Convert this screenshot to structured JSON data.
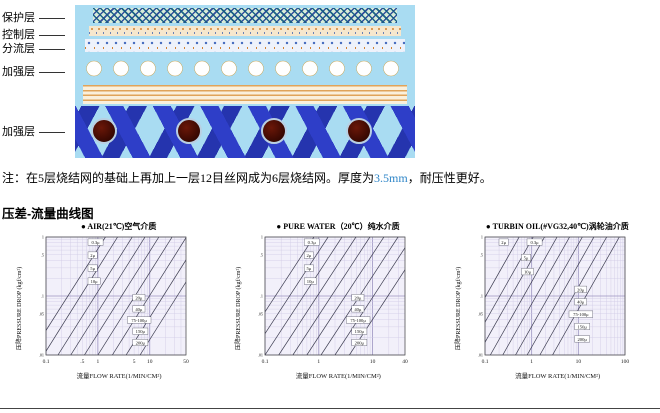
{
  "page": {
    "note_prefix": "注：在5层烧结网的基础上再加上一层12目丝网成为6层烧结网。厚度为",
    "note_highlight": "3.5mm",
    "note_suffix": "，耐压性更好。",
    "section_title": "压差-流量曲线图"
  },
  "colors": {
    "highlight_text": "#2f86c8",
    "panel_background": "#a9dcf2",
    "weave_blue": "#2e3ec8",
    "wire_circle_maroon": "#4a0f05",
    "plot_background": "#f2f0fa"
  },
  "diagram": {
    "layer_labels": [
      "保护层",
      "控制层",
      "分流层",
      "加强层",
      "加强层"
    ]
  },
  "chart_data": [
    {
      "type": "line",
      "title": "● AIR(21℃)空气介质",
      "xlabel": "流量FLOW RATE(1/MIN/CM²)",
      "ylabel": "压降PRESSURE DROP (kgf/cm²)",
      "xscale": "log",
      "yscale": "log",
      "grid": true,
      "legend": "inline-boxes",
      "xlim": [
        0.1,
        50
      ],
      "ylim": [
        0.01,
        1
      ],
      "xticks": [
        {
          "v": 0.1,
          "t": "0.1"
        },
        {
          "v": 0.5,
          "t": ".5"
        },
        {
          "v": 1,
          "t": "1"
        },
        {
          "v": 5,
          "t": "5"
        },
        {
          "v": 10,
          "t": "10"
        },
        {
          "v": 50,
          "t": "50"
        }
      ],
      "yticks": [
        {
          "v": 1,
          "t": "1"
        },
        {
          "v": 0.5,
          "t": ".5"
        },
        {
          "v": 0.1,
          "t": ".1"
        },
        {
          "v": 0.05,
          "t": ".05"
        },
        {
          "v": 0.01,
          "t": ".01"
        }
      ],
      "series": [
        {
          "name": "0.3μ",
          "points": [
            [
              0.05,
              0.01
            ],
            [
              1.4,
              1
            ]
          ],
          "label_pos": [
            0.3,
            0.05
          ]
        },
        {
          "name": "2μ",
          "points": [
            [
              0.09,
              0.01
            ],
            [
              2.4,
              1
            ]
          ],
          "label_pos": [
            0.3,
            0.16
          ]
        },
        {
          "name": "5μ",
          "points": [
            [
              0.17,
              0.01
            ],
            [
              4.6,
              1
            ]
          ],
          "label_pos": [
            0.3,
            0.27
          ]
        },
        {
          "name": "10μ",
          "points": [
            [
              0.3,
              0.01
            ],
            [
              8.1,
              1
            ]
          ],
          "label_pos": [
            0.3,
            0.38
          ]
        },
        {
          "name": "20μ",
          "points": [
            [
              0.55,
              0.01
            ],
            [
              15,
              1
            ]
          ],
          "label_pos": [
            0.62,
            0.52
          ]
        },
        {
          "name": "40μ",
          "points": [
            [
              1.0,
              0.01
            ],
            [
              27,
              1
            ]
          ],
          "label_pos": [
            0.62,
            0.615
          ]
        },
        {
          "name": "75-100μ",
          "points": [
            [
              1.9,
              0.01
            ],
            [
              51,
              1
            ]
          ],
          "label_pos": [
            0.58,
            0.71
          ]
        },
        {
          "name": "150μ",
          "points": [
            [
              3.5,
              0.01
            ],
            [
              95,
              1
            ]
          ],
          "label_pos": [
            0.62,
            0.805
          ]
        },
        {
          "name": "200μ",
          "points": [
            [
              6.5,
              0.01
            ],
            [
              176,
              1
            ]
          ],
          "label_pos": [
            0.62,
            0.9
          ]
        }
      ]
    },
    {
      "type": "line",
      "title": "● PURE WATER（20℃）纯水介质",
      "xlabel": "流量FLOW RATE(1/MIN/CM²)",
      "ylabel": "压降PRESSURE DROP (kgf/cm²)",
      "xscale": "log",
      "yscale": "log",
      "grid": true,
      "legend": "inline-boxes",
      "xlim": [
        0.1,
        40
      ],
      "ylim": [
        0.01,
        1
      ],
      "xticks": [
        {
          "v": 0.1,
          "t": "0.1"
        },
        {
          "v": 1,
          "t": "1"
        },
        {
          "v": 10,
          "t": "10"
        },
        {
          "v": 40,
          "t": "40"
        }
      ],
      "yticks": [
        {
          "v": 1,
          "t": "1"
        },
        {
          "v": 0.5,
          "t": ".5"
        },
        {
          "v": 0.1,
          "t": ".1"
        },
        {
          "v": 0.05,
          "t": ".05"
        },
        {
          "v": 0.01,
          "t": ".01"
        }
      ],
      "series": [
        {
          "name": "0.3μ",
          "points": [
            [
              0.03,
              0.01
            ],
            [
              0.81,
              1
            ]
          ],
          "label_pos": [
            0.28,
            0.05
          ]
        },
        {
          "name": "2μ",
          "points": [
            [
              0.055,
              0.01
            ],
            [
              1.49,
              1
            ]
          ],
          "label_pos": [
            0.28,
            0.16
          ]
        },
        {
          "name": "5μ",
          "points": [
            [
              0.1,
              0.01
            ],
            [
              2.7,
              1
            ]
          ],
          "label_pos": [
            0.28,
            0.27
          ]
        },
        {
          "name": "10μ",
          "points": [
            [
              0.18,
              0.01
            ],
            [
              4.9,
              1
            ]
          ],
          "label_pos": [
            0.28,
            0.38
          ]
        },
        {
          "name": "20μ",
          "points": [
            [
              0.33,
              0.01
            ],
            [
              8.9,
              1
            ]
          ],
          "label_pos": [
            0.62,
            0.52
          ]
        },
        {
          "name": "40μ",
          "points": [
            [
              0.6,
              0.01
            ],
            [
              16.2,
              1
            ]
          ],
          "label_pos": [
            0.62,
            0.615
          ]
        },
        {
          "name": "75-100μ",
          "points": [
            [
              1.1,
              0.01
            ],
            [
              29.7,
              1
            ]
          ],
          "label_pos": [
            0.58,
            0.71
          ]
        },
        {
          "name": "150μ",
          "points": [
            [
              2.0,
              0.01
            ],
            [
              54,
              1
            ]
          ],
          "label_pos": [
            0.62,
            0.805
          ]
        },
        {
          "name": "200μ",
          "points": [
            [
              3.7,
              0.01
            ],
            [
              100,
              1
            ]
          ],
          "label_pos": [
            0.62,
            0.9
          ]
        }
      ]
    },
    {
      "type": "line",
      "title": "● TURBIN OIL(#VG32,40℃)涡轮油介质",
      "xlabel": "流量FLOW RATE(1/MIN/CM²)",
      "ylabel": "压降PRESSURE DROP (kgf/cm²)",
      "xscale": "log",
      "yscale": "log",
      "grid": true,
      "legend": "inline-boxes",
      "xlim": [
        0.1,
        100
      ],
      "ylim": [
        0.01,
        1
      ],
      "xticks": [
        {
          "v": 0.1,
          "t": "0.1"
        },
        {
          "v": 1,
          "t": "1"
        },
        {
          "v": 10,
          "t": "10"
        },
        {
          "v": 100,
          "t": "100"
        }
      ],
      "yticks": [
        {
          "v": 1,
          "t": "1"
        },
        {
          "v": 0.5,
          "t": ".5"
        },
        {
          "v": 0.1,
          "t": ".1"
        },
        {
          "v": 0.05,
          "t": ".05"
        },
        {
          "v": 0.01,
          "t": ".01"
        }
      ],
      "series": [
        {
          "name": "2μ",
          "points": [
            [
              0.02,
              0.01
            ],
            [
              0.54,
              1
            ]
          ],
          "label_pos": [
            0.1,
            0.05
          ]
        },
        {
          "name": "0.3μ",
          "points": [
            [
              0.04,
              0.01
            ],
            [
              1.08,
              1
            ]
          ],
          "label_pos": [
            0.3,
            0.05
          ]
        },
        {
          "name": "5μ",
          "points": [
            [
              0.07,
              0.01
            ],
            [
              1.89,
              1
            ]
          ],
          "label_pos": [
            0.26,
            0.18
          ]
        },
        {
          "name": "10μ",
          "points": [
            [
              0.13,
              0.01
            ],
            [
              3.5,
              1
            ]
          ],
          "label_pos": [
            0.26,
            0.3
          ]
        },
        {
          "name": "20μ",
          "points": [
            [
              0.24,
              0.01
            ],
            [
              6.5,
              1
            ]
          ],
          "label_pos": [
            0.64,
            0.45
          ]
        },
        {
          "name": "40μ",
          "points": [
            [
              0.45,
              0.01
            ],
            [
              12.2,
              1
            ]
          ],
          "label_pos": [
            0.64,
            0.555
          ]
        },
        {
          "name": "75-100μ",
          "points": [
            [
              0.8,
              0.01
            ],
            [
              21.6,
              1
            ]
          ],
          "label_pos": [
            0.6,
            0.66
          ]
        },
        {
          "name": "150μ",
          "points": [
            [
              1.5,
              0.01
            ],
            [
              40.5,
              1
            ]
          ],
          "label_pos": [
            0.64,
            0.765
          ]
        },
        {
          "name": "200μ",
          "points": [
            [
              2.8,
              0.01
            ],
            [
              75.6,
              1
            ]
          ],
          "label_pos": [
            0.64,
            0.87
          ]
        }
      ]
    }
  ]
}
